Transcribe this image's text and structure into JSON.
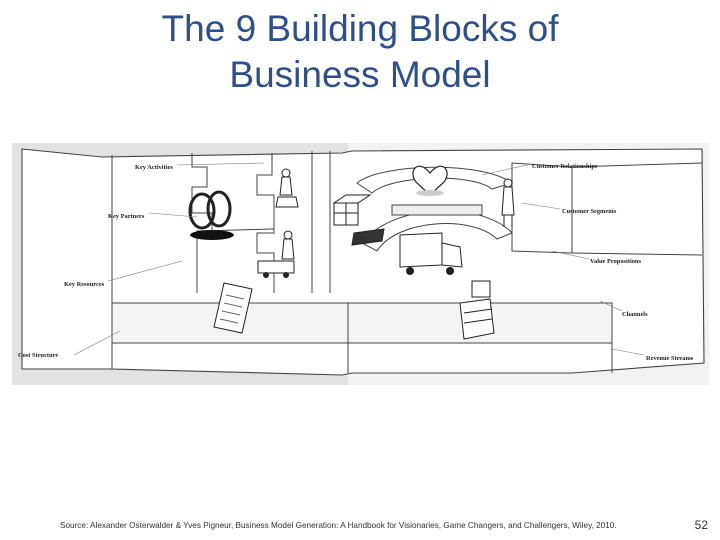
{
  "slide": {
    "title_line1": "The 9 Building Blocks of",
    "title_line2": "Business Model",
    "source": "Source: Alexander Osterwalder & Yves Pigneur, Business Model Generation: A Handbook for Visionaries, Game Changers, and Challengers, Wiley, 2010.",
    "page_number": "52"
  },
  "canvas": {
    "key_activities": "Key Activities",
    "key_partners": "Key Partners",
    "key_resources": "Key Resources",
    "cost_structure": "Cost Structure",
    "customer_relationships": "Customer Relationships",
    "customer_segments": "Customer Segments",
    "value_propositions": "Value Propositions",
    "channels": "Channels",
    "revenue_streams": "Revenue Streams"
  },
  "colors": {
    "title": "#2f4e8c",
    "line": "#444444",
    "shade": "#d9d9d9"
  },
  "icons": [
    "heart-icon",
    "rings-icon",
    "person-icon",
    "truck-icon",
    "gift-icon",
    "cash-register-icon",
    "document-icon",
    "box-icon"
  ]
}
